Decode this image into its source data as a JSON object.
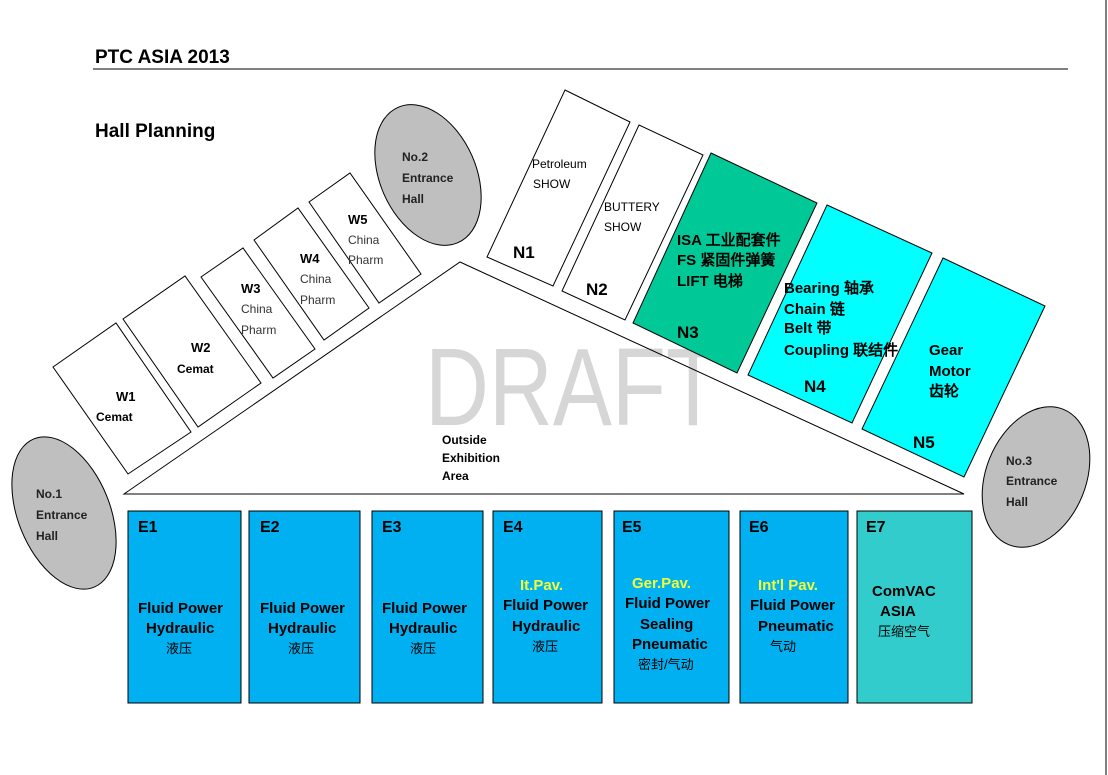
{
  "header": {
    "title": "PTC ASIA 2013",
    "subtitle": "Hall Planning"
  },
  "watermark": "DRAFT",
  "colors": {
    "n3": "#00c896",
    "n4n5": "#00ffff",
    "east": "#00b0f0",
    "e7": "#33cccc",
    "entrance": "#bfbfbf",
    "pavilion": "#f2ff3a"
  },
  "entrances": [
    {
      "lines": [
        "No.1",
        "Entrance",
        "Hall"
      ]
    },
    {
      "lines": [
        "No.2",
        "Entrance",
        "Hall"
      ]
    },
    {
      "lines": [
        "No.3",
        "Entrance",
        "Hall"
      ]
    }
  ],
  "outside": {
    "lines": [
      "Outside",
      "Exhibition",
      "Area"
    ]
  },
  "west_halls": [
    {
      "id": "W1",
      "lines": [
        "Cemat"
      ]
    },
    {
      "id": "W2",
      "lines": [
        "Cemat"
      ]
    },
    {
      "id": "W3",
      "lines": [
        "China",
        "Pharm"
      ]
    },
    {
      "id": "W4",
      "lines": [
        "China",
        "Pharm"
      ]
    },
    {
      "id": "W5",
      "lines": [
        "China",
        "Pharm"
      ]
    }
  ],
  "north_halls": [
    {
      "id": "N1",
      "lines": [
        "Petroleum",
        "SHOW"
      ]
    },
    {
      "id": "N2",
      "lines": [
        "BUTTERY",
        "SHOW"
      ]
    },
    {
      "id": "N3",
      "lines": [
        "ISA  工业配套件",
        "FS 紧固件弹簧",
        "LIFT 电梯"
      ]
    },
    {
      "id": "N4",
      "lines": [
        "Bearing 轴承",
        "Chain  链",
        "Belt     带",
        "Coupling 联结件"
      ]
    },
    {
      "id": "N5",
      "lines": [
        "Gear",
        "Motor",
        "齿轮"
      ]
    }
  ],
  "east_halls": [
    {
      "id": "E1",
      "lines": [
        "Fluid Power",
        "Hydraulic",
        "液压"
      ]
    },
    {
      "id": "E2",
      "lines": [
        "Fluid Power",
        "Hydraulic",
        "液压"
      ]
    },
    {
      "id": "E3",
      "lines": [
        "Fluid Power",
        "Hydraulic",
        "液压"
      ]
    },
    {
      "id": "E4",
      "pavilion": "It.Pav.",
      "lines": [
        "Fluid Power",
        "Hydraulic",
        "液压"
      ]
    },
    {
      "id": "E5",
      "pavilion": "Ger.Pav.",
      "lines": [
        "Fluid Power",
        "Sealing",
        "Pneumatic",
        "密封/气动"
      ]
    },
    {
      "id": "E6",
      "pavilion": "Int'l Pav.",
      "lines": [
        "Fluid Power",
        "Pneumatic",
        "气动"
      ]
    },
    {
      "id": "E7",
      "lines": [
        "ComVAC",
        "ASIA",
        "压缩空气"
      ]
    }
  ]
}
